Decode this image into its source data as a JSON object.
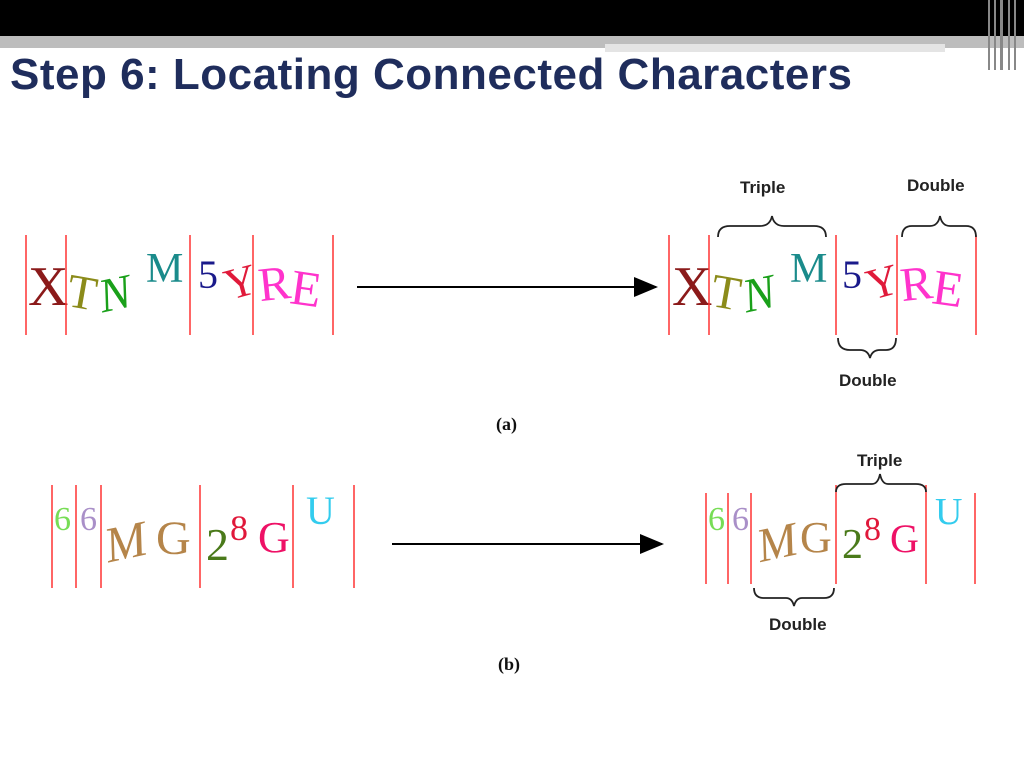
{
  "slide": {
    "title": "Step 6: Locating Connected Characters"
  },
  "figure_a": {
    "caption": "(a)",
    "characters": [
      {
        "ch": "X",
        "color": "#8b1a1a"
      },
      {
        "ch": "T",
        "color": "#8b8b1a"
      },
      {
        "ch": "N",
        "color": "#1aa01a"
      },
      {
        "ch": "M",
        "color": "#1a8b8b"
      },
      {
        "ch": "5",
        "color": "#1a1a8b"
      },
      {
        "ch": "Y",
        "color": "#e01a3a"
      },
      {
        "ch": "R",
        "color": "#ff33cc"
      },
      {
        "ch": "E",
        "color": "#ff33cc"
      }
    ],
    "labels": {
      "triple": "Triple",
      "double_top": "Double",
      "double_bottom": "Double"
    }
  },
  "figure_b": {
    "caption": "(b)",
    "characters": [
      {
        "ch": "6",
        "color": "#77dd55"
      },
      {
        "ch": "6",
        "color": "#a98fc8"
      },
      {
        "ch": "M",
        "color": "#b5854a"
      },
      {
        "ch": "G",
        "color": "#b5854a"
      },
      {
        "ch": "2",
        "color": "#4a7a1a"
      },
      {
        "ch": "8",
        "color": "#e0183a"
      },
      {
        "ch": "G",
        "color": "#ee1166"
      },
      {
        "ch": "U",
        "color": "#33ccee"
      }
    ],
    "labels": {
      "triple": "Triple",
      "double": "Double"
    }
  },
  "colors": {
    "title": "#1f2d5c",
    "divider": "#ff3333",
    "arrow": "#000000"
  }
}
